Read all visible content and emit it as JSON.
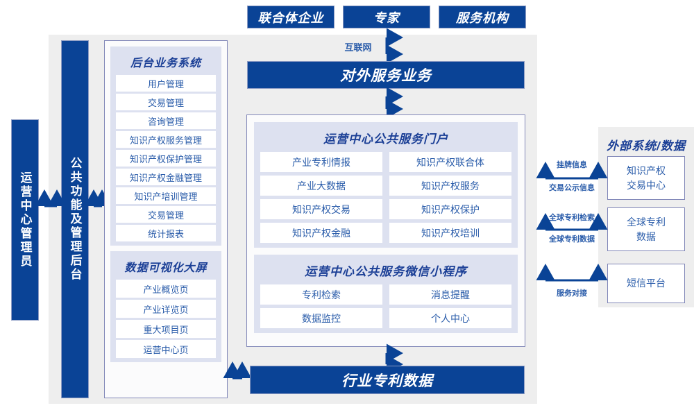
{
  "theme": {
    "navy": "#0A4396",
    "panel_gray": "#eeeeee",
    "group_blue": "#dde1f0",
    "text_blue": "#2a5caa",
    "title_blue": "#1b3f96",
    "border_violet": "#8187b8"
  },
  "top_actors": [
    {
      "label": "联合体企业"
    },
    {
      "label": "专家"
    },
    {
      "label": "服务机构"
    }
  ],
  "connections": {
    "internet_label": "互联网"
  },
  "left_columns": [
    {
      "label": "运营中心管理员"
    },
    {
      "label": "公共功能及管理后台"
    }
  ],
  "backend_panel": {
    "groups": [
      {
        "title": "后台业务系统",
        "items": [
          "用户管理",
          "交易管理",
          "咨询管理",
          "知识产权服务管理",
          "知识产权保护管理",
          "知识产权金融管理",
          "知识产培训管理",
          "交易管理",
          "统计报表"
        ]
      },
      {
        "title": "数据可视化大屏",
        "items": [
          "产业概览页",
          "产业详览页",
          "重大项目页",
          "运营中心页"
        ]
      }
    ]
  },
  "external_service_bar": {
    "label": "对外服务业务"
  },
  "service_panel": {
    "groups": [
      {
        "title": "运营中心公共服务门户",
        "items": [
          "产业专利情报",
          "知识产权联合体",
          "产业大数据",
          "知识产权服务",
          "知识产权交易",
          "知识产权保护",
          "知识产权金融",
          "知识产权培训"
        ]
      },
      {
        "title": "运营中心公共服务微信小程序",
        "items": [
          "专利检索",
          "消息提醒",
          "数据监控",
          "个人中心"
        ]
      }
    ]
  },
  "industry_data_bar": {
    "label": "行业专利数据"
  },
  "external_systems": {
    "title": "外部系统/数据",
    "items": [
      {
        "label": "知识产权\n交易中心",
        "line1": "知识产权",
        "line2": "交易中心",
        "label_above": "挂牌信息",
        "label_below": "交易公示信息"
      },
      {
        "label": "全球专利\n数据",
        "line1": "全球专利",
        "line2": "数据",
        "label_above": "全球专利检索",
        "label_below": "全球专利数据"
      },
      {
        "label": "短信平台",
        "line1": "短信平台",
        "line2": "",
        "label_above": "",
        "label_below": "服务对接"
      }
    ]
  }
}
